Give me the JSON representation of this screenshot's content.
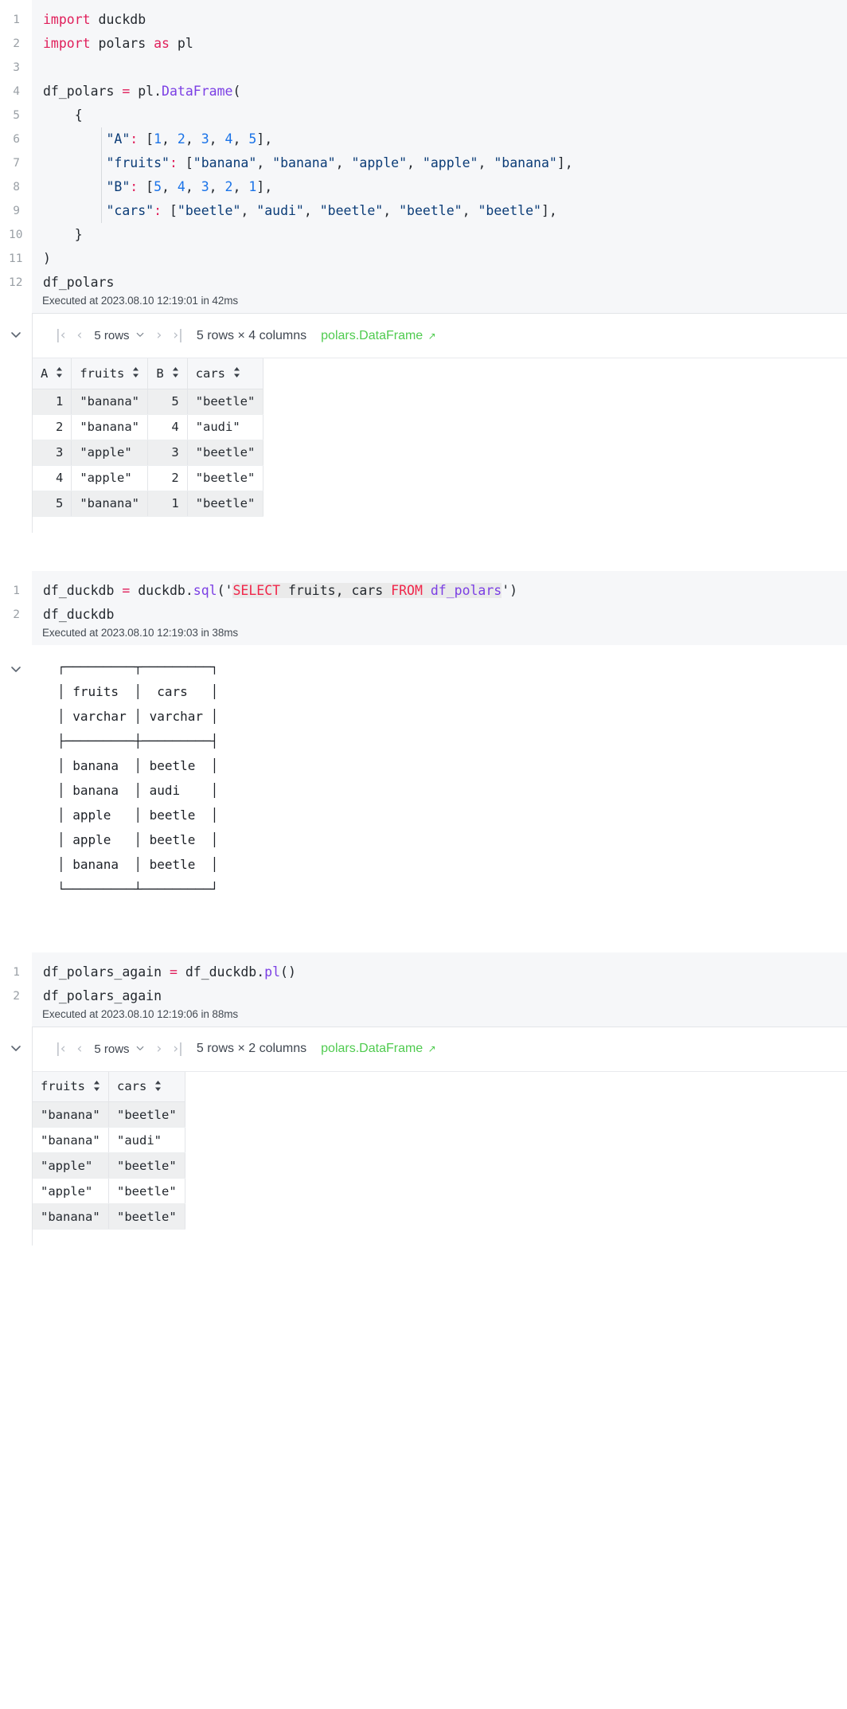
{
  "cells": [
    {
      "id": "cell-1",
      "exec_info": "Executed at 2023.08.10 12:19:01 in 42ms",
      "lines": [
        {
          "n": "1",
          "text": "import duckdb"
        },
        {
          "n": "2",
          "text": "import polars as pl"
        },
        {
          "n": "3",
          "text": ""
        },
        {
          "n": "4",
          "text": "df_polars = pl.DataFrame("
        },
        {
          "n": "5",
          "text": "    {"
        },
        {
          "n": "6",
          "text": "        \"A\": [1, 2, 3, 4, 5],"
        },
        {
          "n": "7",
          "text": "        \"fruits\": [\"banana\", \"banana\", \"apple\", \"apple\", \"banana\"],"
        },
        {
          "n": "8",
          "text": "        \"B\": [5, 4, 3, 2, 1],"
        },
        {
          "n": "9",
          "text": "        \"cars\": [\"beetle\", \"audi\", \"beetle\", \"beetle\", \"beetle\"],"
        },
        {
          "n": "10",
          "text": "    }"
        },
        {
          "n": "11",
          "text": ")"
        },
        {
          "n": "12",
          "text": "df_polars"
        }
      ],
      "result": {
        "kind": "grid",
        "toolbar": {
          "first_label": "|‹",
          "prev_label": "‹",
          "rows_label": "5 rows",
          "caret": "⌄",
          "next_label": "›",
          "last_label": "›|",
          "dims": "5 rows × 4 columns",
          "type_label": "polars.DataFrame",
          "type_arrow": "↗",
          "type_color": "#4fcb4f"
        },
        "columns": [
          {
            "name": "A",
            "align": "right"
          },
          {
            "name": "fruits",
            "align": "left"
          },
          {
            "name": "B",
            "align": "right"
          },
          {
            "name": "cars",
            "align": "left"
          }
        ],
        "rows": [
          [
            "1",
            "\"banana\"",
            "5",
            "\"beetle\""
          ],
          [
            "2",
            "\"banana\"",
            "4",
            "\"audi\""
          ],
          [
            "3",
            "\"apple\"",
            "3",
            "\"beetle\""
          ],
          [
            "4",
            "\"apple\"",
            "2",
            "\"beetle\""
          ],
          [
            "5",
            "\"banana\"",
            "1",
            "\"beetle\""
          ]
        ]
      }
    },
    {
      "id": "cell-2",
      "exec_info": "Executed at 2023.08.10 12:19:03 in 38ms",
      "lines": [
        {
          "n": "1",
          "text": "df_duckdb = duckdb.sql('SELECT fruits, cars FROM df_polars')"
        },
        {
          "n": "2",
          "text": "df_duckdb"
        }
      ],
      "result": {
        "kind": "ascii",
        "text": "┌─────────┬─────────┐\n│ fruits  │  cars   │\n│ varchar │ varchar │\n├─────────┼─────────┤\n│ banana  │ beetle  │\n│ banana  │ audi    │\n│ apple   │ beetle  │\n│ apple   │ beetle  │\n│ banana  │ beetle  │\n└─────────┴─────────┘"
      }
    },
    {
      "id": "cell-3",
      "exec_info": "Executed at 2023.08.10 12:19:06 in 88ms",
      "lines": [
        {
          "n": "1",
          "text": "df_polars_again = df_duckdb.pl()"
        },
        {
          "n": "2",
          "text": "df_polars_again"
        }
      ],
      "result": {
        "kind": "grid",
        "toolbar": {
          "first_label": "|‹",
          "prev_label": "‹",
          "rows_label": "5 rows",
          "caret": "⌄",
          "next_label": "›",
          "last_label": "›|",
          "dims": "5 rows × 2 columns",
          "type_label": "polars.DataFrame",
          "type_arrow": "↗",
          "type_color": "#4fcb4f"
        },
        "columns": [
          {
            "name": "fruits",
            "align": "left"
          },
          {
            "name": "cars",
            "align": "left"
          }
        ],
        "rows": [
          [
            "\"banana\"",
            "\"beetle\""
          ],
          [
            "\"banana\"",
            "\"audi\""
          ],
          [
            "\"apple\"",
            "\"beetle\""
          ],
          [
            "\"apple\"",
            "\"beetle\""
          ],
          [
            "\"banana\"",
            "\"beetle\""
          ]
        ]
      }
    }
  ],
  "icons": {
    "sort": "↕",
    "chevron_down": "chevron-down-icon"
  }
}
